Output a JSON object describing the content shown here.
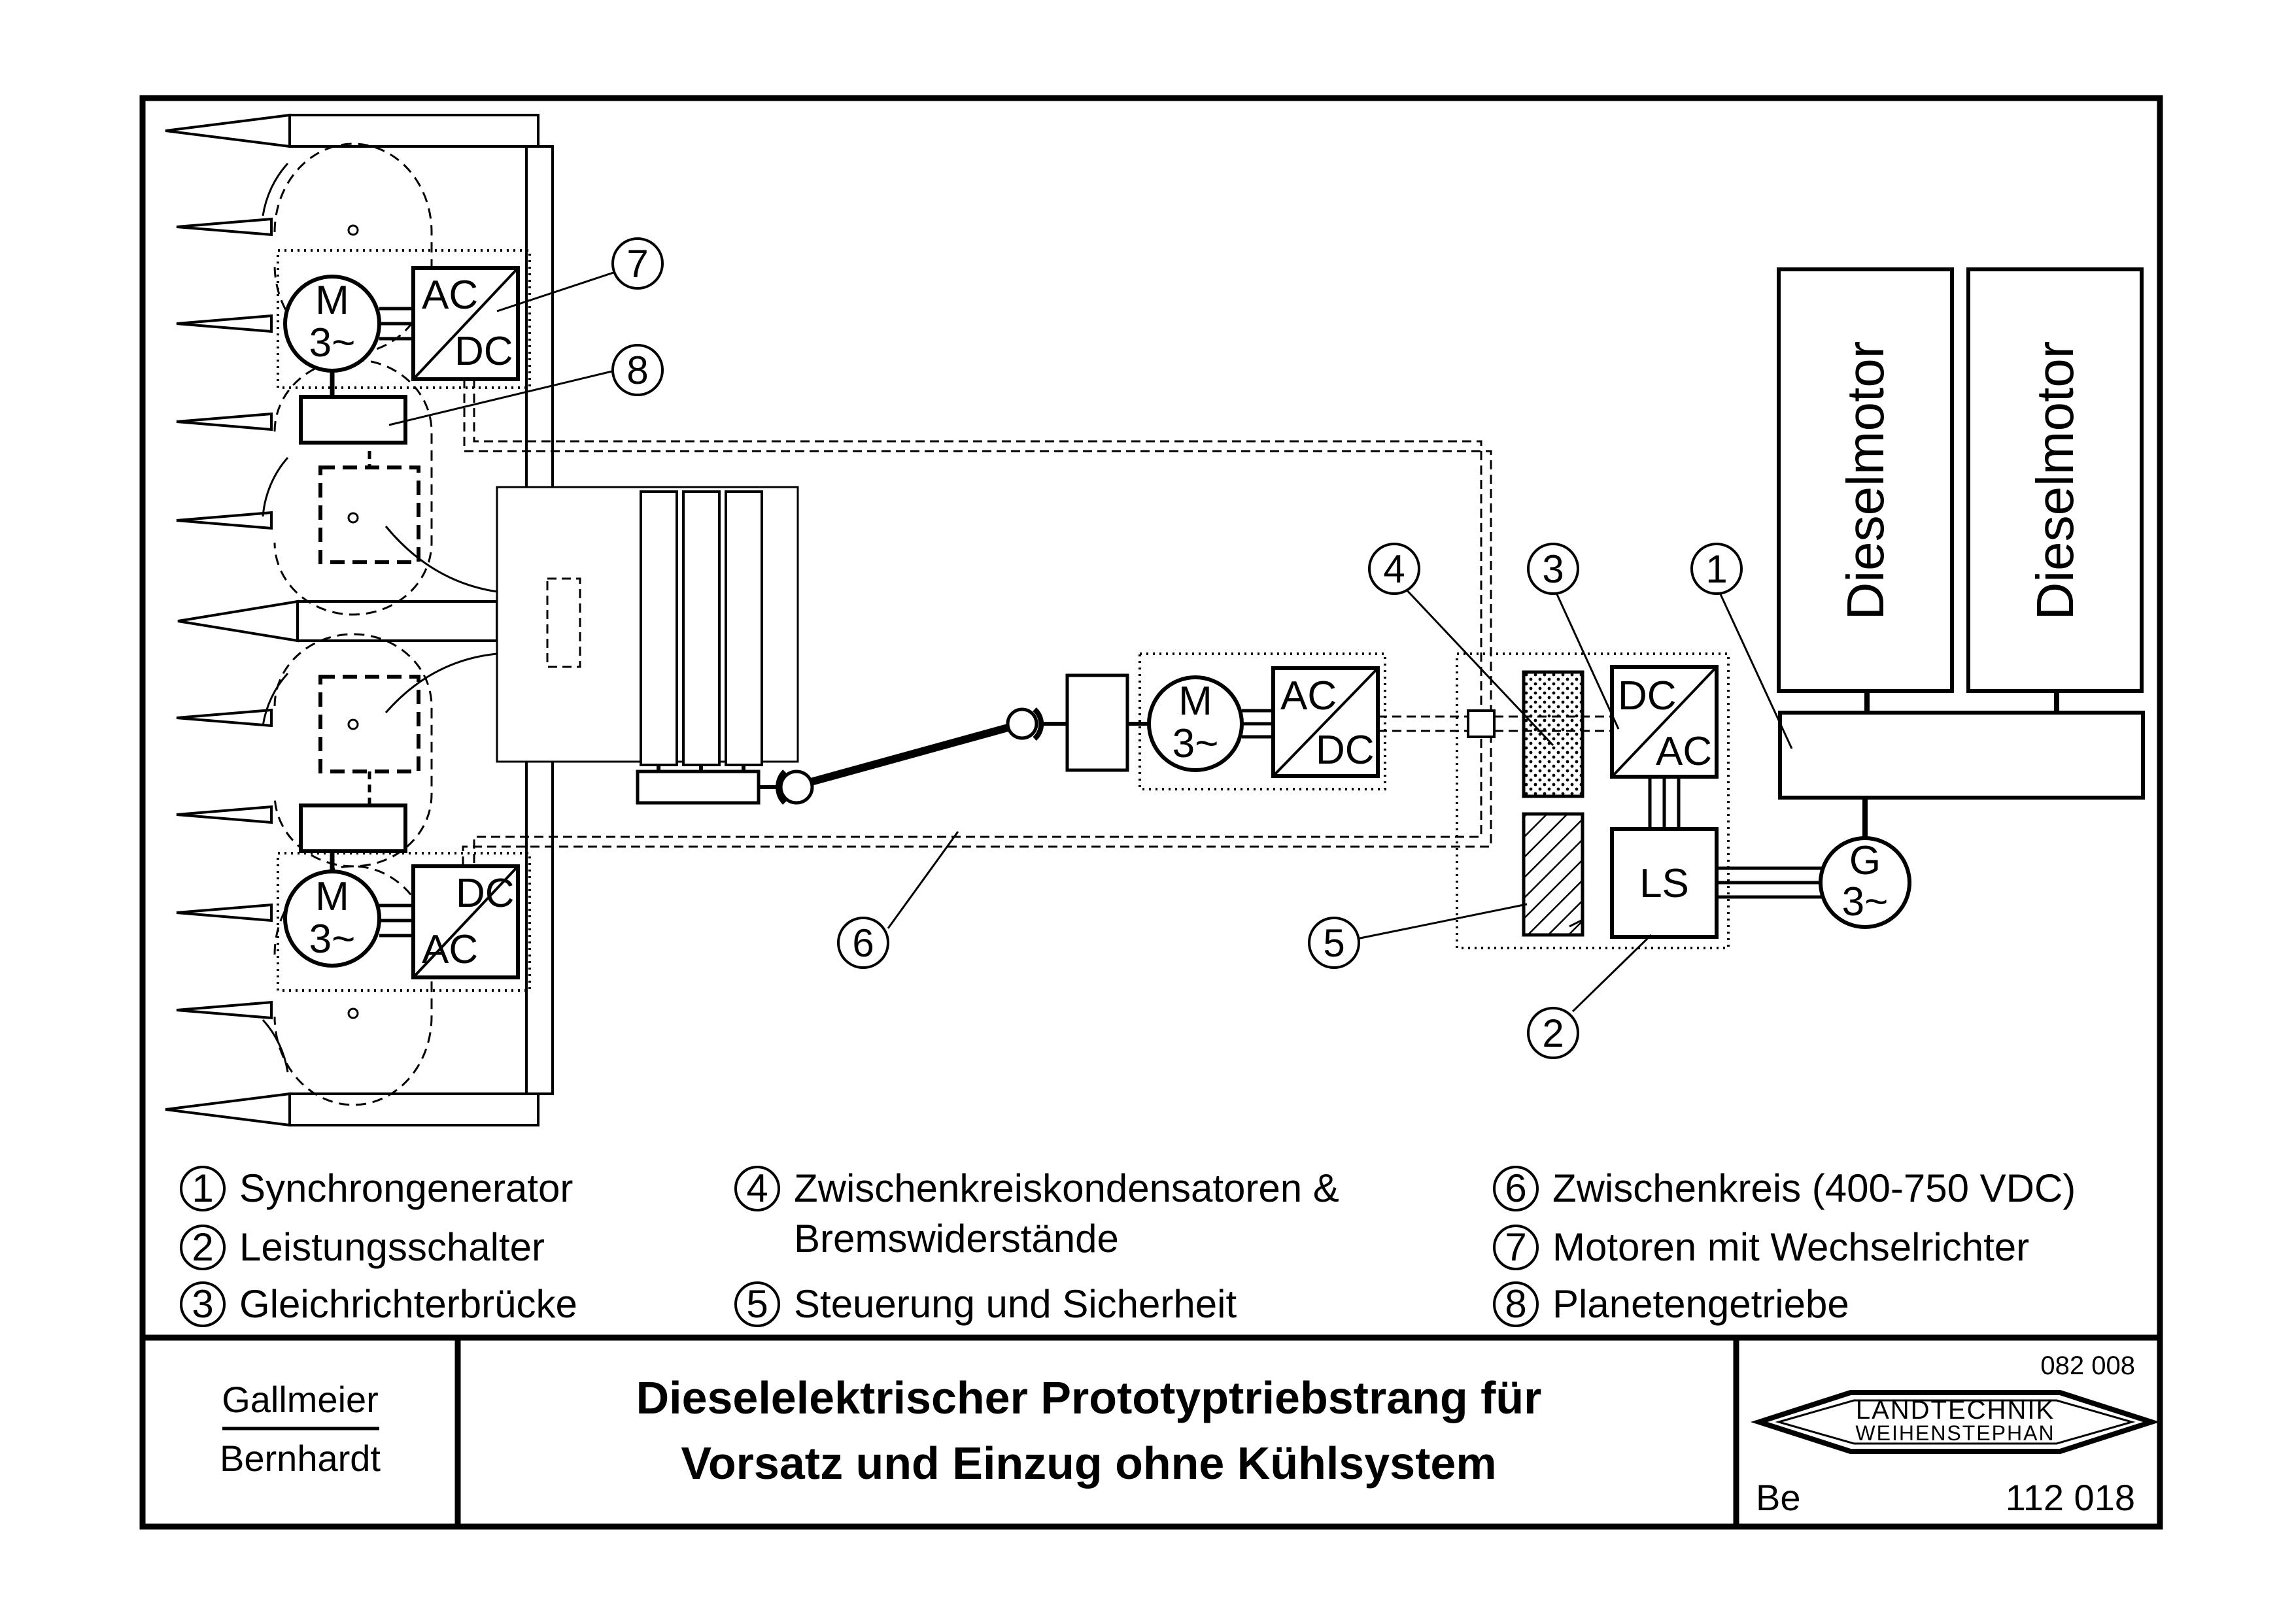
{
  "diagram": {
    "callouts": [
      "1",
      "2",
      "3",
      "4",
      "5",
      "6",
      "7",
      "8"
    ],
    "motor_label": [
      "M",
      "3~"
    ],
    "generator_label": [
      "G",
      "3~"
    ],
    "ac_label": "AC",
    "dc_label": "DC",
    "ls_label": "LS",
    "engine_label": "Dieselmotor"
  },
  "legend": [
    {
      "num": "1",
      "lines": [
        "Synchrongenerator"
      ]
    },
    {
      "num": "2",
      "lines": [
        "Leistungsschalter"
      ]
    },
    {
      "num": "3",
      "lines": [
        "Gleichrichterbrücke"
      ]
    },
    {
      "num": "4",
      "lines": [
        "Zwischenkreiskondensatoren &",
        "Bremswiderstände"
      ]
    },
    {
      "num": "5",
      "lines": [
        "Steuerung und Sicherheit"
      ]
    },
    {
      "num": "6",
      "lines": [
        "Zwischenkreis (400-750 VDC)"
      ]
    },
    {
      "num": "7",
      "lines": [
        "Motoren mit Wechselrichter"
      ]
    },
    {
      "num": "8",
      "lines": [
        "Planetengetriebe"
      ]
    }
  ],
  "title_block": {
    "author_top": "Gallmeier",
    "author_bottom": "Bernhardt",
    "title_line1": "Dieselelektrischer Prototyptriebstrang für",
    "title_line2": "Vorsatz und Einzug ohne Kühlsystem",
    "logo_line1": "LANDTECHNIK",
    "logo_line2": "WEIHENSTEPHAN",
    "ref_top": "082 008",
    "ref_left": "Be",
    "ref_bottom": "112 018"
  }
}
